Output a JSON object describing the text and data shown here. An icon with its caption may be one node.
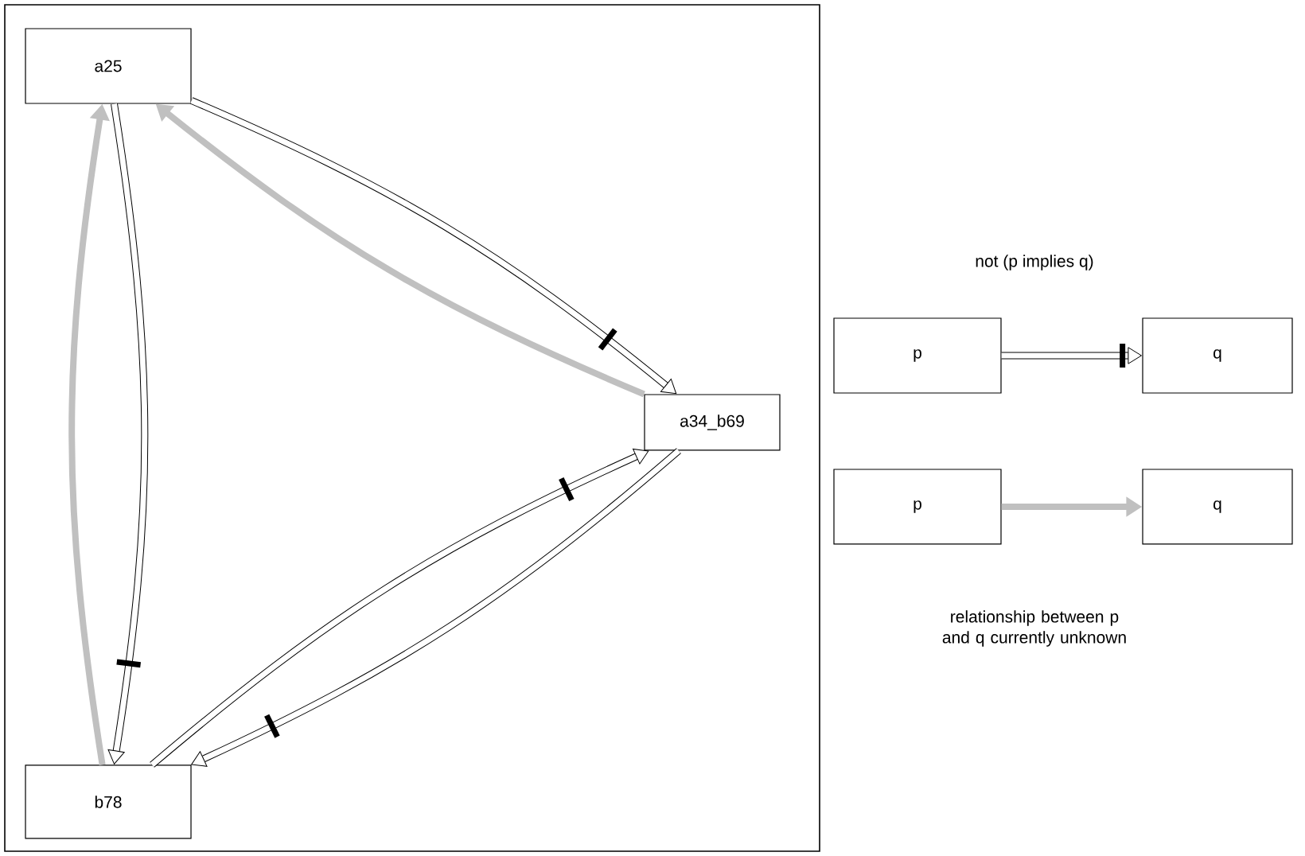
{
  "diagram": {
    "nodes": [
      {
        "text": [
          "a25"
        ]
      },
      {
        "text": [
          "a34_b69"
        ]
      },
      {
        "text": [
          "b78"
        ]
      },
      {
        "text": [
          "p"
        ]
      },
      {
        "text": [
          "q"
        ]
      },
      {
        "text": [
          "p"
        ]
      },
      {
        "text": [
          "q"
        ]
      }
    ],
    "edges": [
      {
        "from": 0,
        "to": 1,
        "arrow": "to"
      },
      {
        "from": 1,
        "to": 0,
        "arrow": "to",
        "color": "#c0c0c0"
      },
      {
        "from": 0,
        "to": 2,
        "arrow": "to"
      },
      {
        "from": 2,
        "to": 0,
        "arrow": "to",
        "color": "#c0c0c0"
      },
      {
        "from": 2,
        "to": 1,
        "arrow": "to"
      },
      {
        "from": 1,
        "to": 2,
        "arrow": "to"
      },
      {
        "from": 3,
        "to": 4,
        "arrow": "to"
      },
      {
        "from": 5,
        "to": 6,
        "arrow": "to",
        "color": "#c0c0c0"
      }
    ],
    "labels": [
      "not (p implies q)",
      "relationship between p and q currently unknown"
    ]
  }
}
